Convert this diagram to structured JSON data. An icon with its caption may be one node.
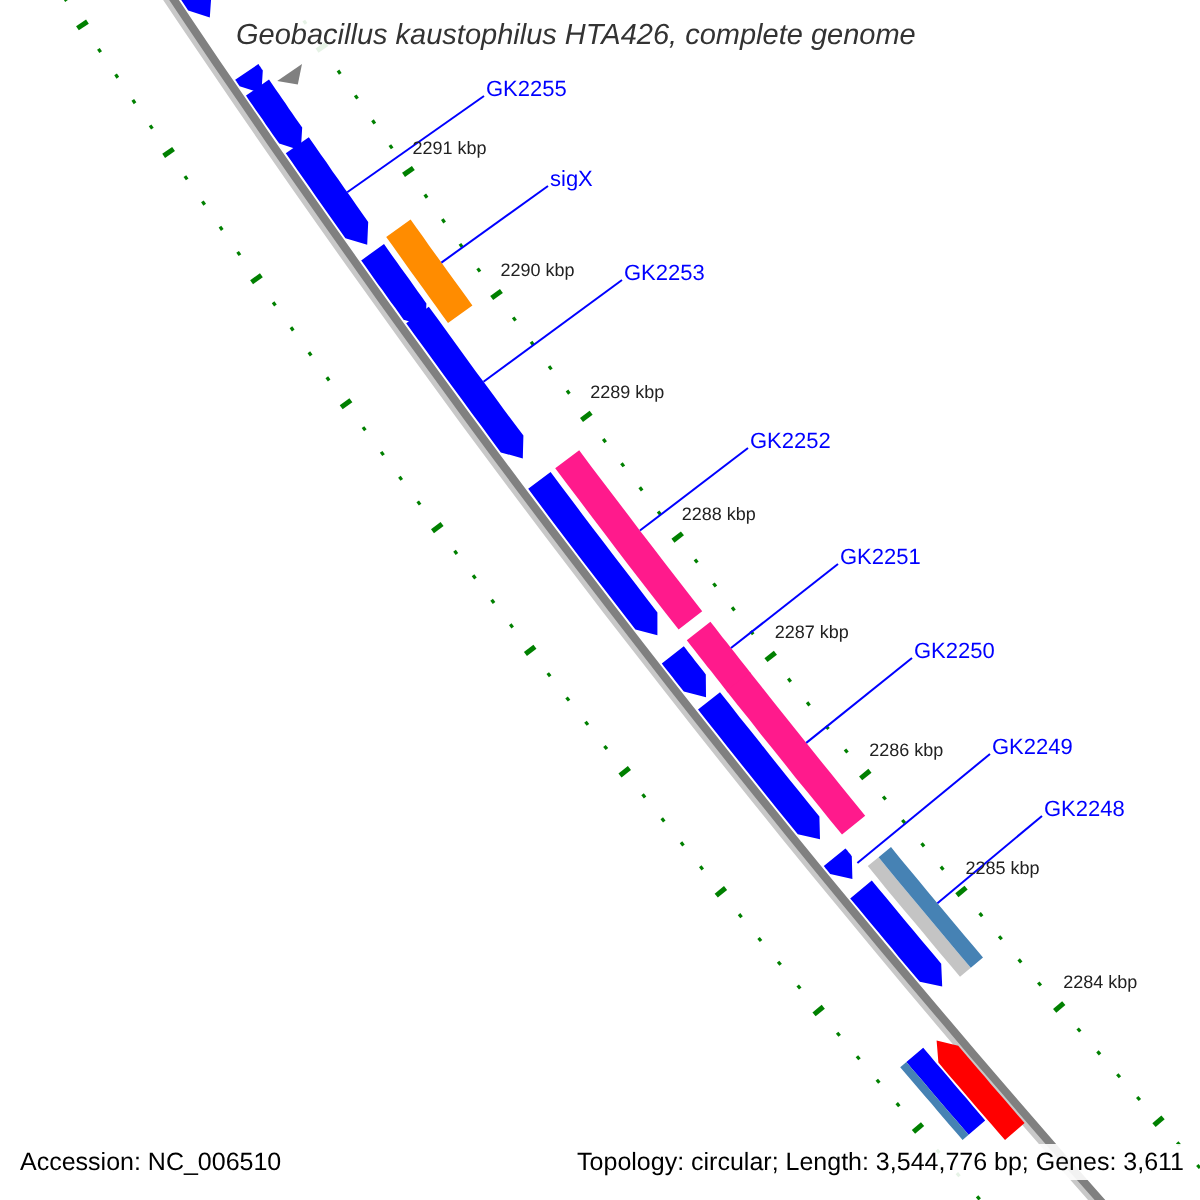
{
  "diagram": {
    "title": "Geobacillus kaustophilus HTA426, complete genome",
    "nodes": [
      {
        "text": [
          "GK2255"
        ]
      },
      {
        "text": [],
        "shape": "pentagon"
      },
      {
        "text": [
          "sigX"
        ]
      },
      {
        "text": [],
        "shape": "bar"
      },
      {
        "text": [
          "GK2253"
        ]
      },
      {
        "text": [],
        "shape": "pentagon"
      },
      {
        "text": [
          "GK2252"
        ]
      },
      {
        "text": [],
        "shape": "bar"
      },
      {
        "text": [
          "GK2251"
        ]
      },
      {
        "text": [],
        "shape": "bar"
      },
      {
        "text": [
          "GK2250"
        ]
      },
      {
        "text": [],
        "shape": "bar"
      },
      {
        "text": [
          "GK2249"
        ]
      },
      {
        "text": [],
        "shape": "pentagon"
      },
      {
        "text": [
          "GK2248"
        ]
      },
      {
        "text": [],
        "shape": "bar"
      },
      {
        "text": [],
        "shape": "pentagon"
      },
      {
        "text": [],
        "shape": "pentagon"
      },
      {
        "text": [],
        "shape": "pentagon"
      },
      {
        "text": [],
        "shape": "pentagon"
      },
      {
        "text": [],
        "shape": "pentagon"
      },
      {
        "text": [],
        "shape": "pentagon"
      },
      {
        "text": [],
        "shape": "pentagon"
      },
      {
        "text": [],
        "shape": "pentagon"
      },
      {
        "text": [],
        "shape": "pentagon"
      },
      {
        "text": [],
        "shape": "pentagon"
      },
      {
        "text": [],
        "shape": "bar"
      }
    ],
    "edges": [
      {
        "from": 0,
        "to": 1,
        "arrow": "none"
      },
      {
        "from": 2,
        "to": 3,
        "arrow": "none"
      },
      {
        "from": 4,
        "to": 5,
        "arrow": "none"
      },
      {
        "from": 6,
        "to": 7,
        "arrow": "none"
      },
      {
        "from": 8,
        "to": 9,
        "arrow": "none"
      },
      {
        "from": 10,
        "to": 11,
        "arrow": "none"
      },
      {
        "from": 12,
        "to": 13,
        "arrow": "none"
      },
      {
        "from": 14,
        "to": 15,
        "arrow": "none"
      }
    ],
    "labels": [
      "2291 kbp",
      "2290 kbp",
      "2289 kbp",
      "2288 kbp",
      "2287 kbp",
      "2286 kbp",
      "2285 kbp",
      "2284 kbp",
      "Accession: NC_006510",
      "Topology: circular; Length: 3,544,776 bp; Genes: 3,611"
    ]
  }
}
